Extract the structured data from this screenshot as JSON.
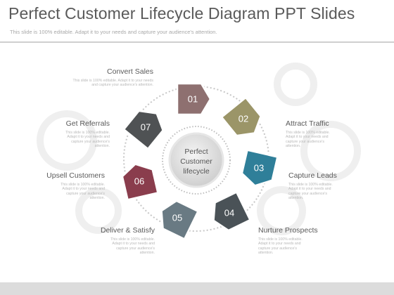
{
  "slide": {
    "title": "Perfect Customer Lifecycle Diagram PPT Slides",
    "subtitle": "This slide is 100% editable. Adapt it to your needs and capture your audience's attention."
  },
  "center": {
    "line1": "Perfect",
    "line2": "Customer",
    "line3": "lifecycle"
  },
  "stages": [
    {
      "num": "01",
      "label": "Convert Sales",
      "desc": "This slide is 100% editable. Adapt it to your needs and capture your audience's attention.",
      "color": "#8e7070"
    },
    {
      "num": "02",
      "label": "Attract Traffic",
      "desc": "This slide is 100% editable. Adapt it to your needs and capture your audience's attention.",
      "color": "#9b9568"
    },
    {
      "num": "03",
      "label": "Capture Leads",
      "desc": "This slide is 100% editable. Adapt it to your needs and capture your audience's attention.",
      "color": "#2f7f99"
    },
    {
      "num": "04",
      "label": "Nurture Prospects",
      "desc": "This slide is 100% editable. Adapt it to your needs and capture your audience's attention.",
      "color": "#4a5257"
    },
    {
      "num": "05",
      "label": "Deliver & Satisfy",
      "desc": "This slide is 100% editable. Adapt it to your needs and capture your audience's attention.",
      "color": "#697a83"
    },
    {
      "num": "06",
      "label": "Upsell Customers",
      "desc": "This slide is 100% editable. Adapt it to your needs and capture your audience's attention.",
      "color": "#8a3d4d"
    },
    {
      "num": "07",
      "label": "Get Referrals",
      "desc": "This slide is 100% editable. Adapt it to your needs and capture your audience's attention.",
      "color": "#4f5254"
    }
  ]
}
